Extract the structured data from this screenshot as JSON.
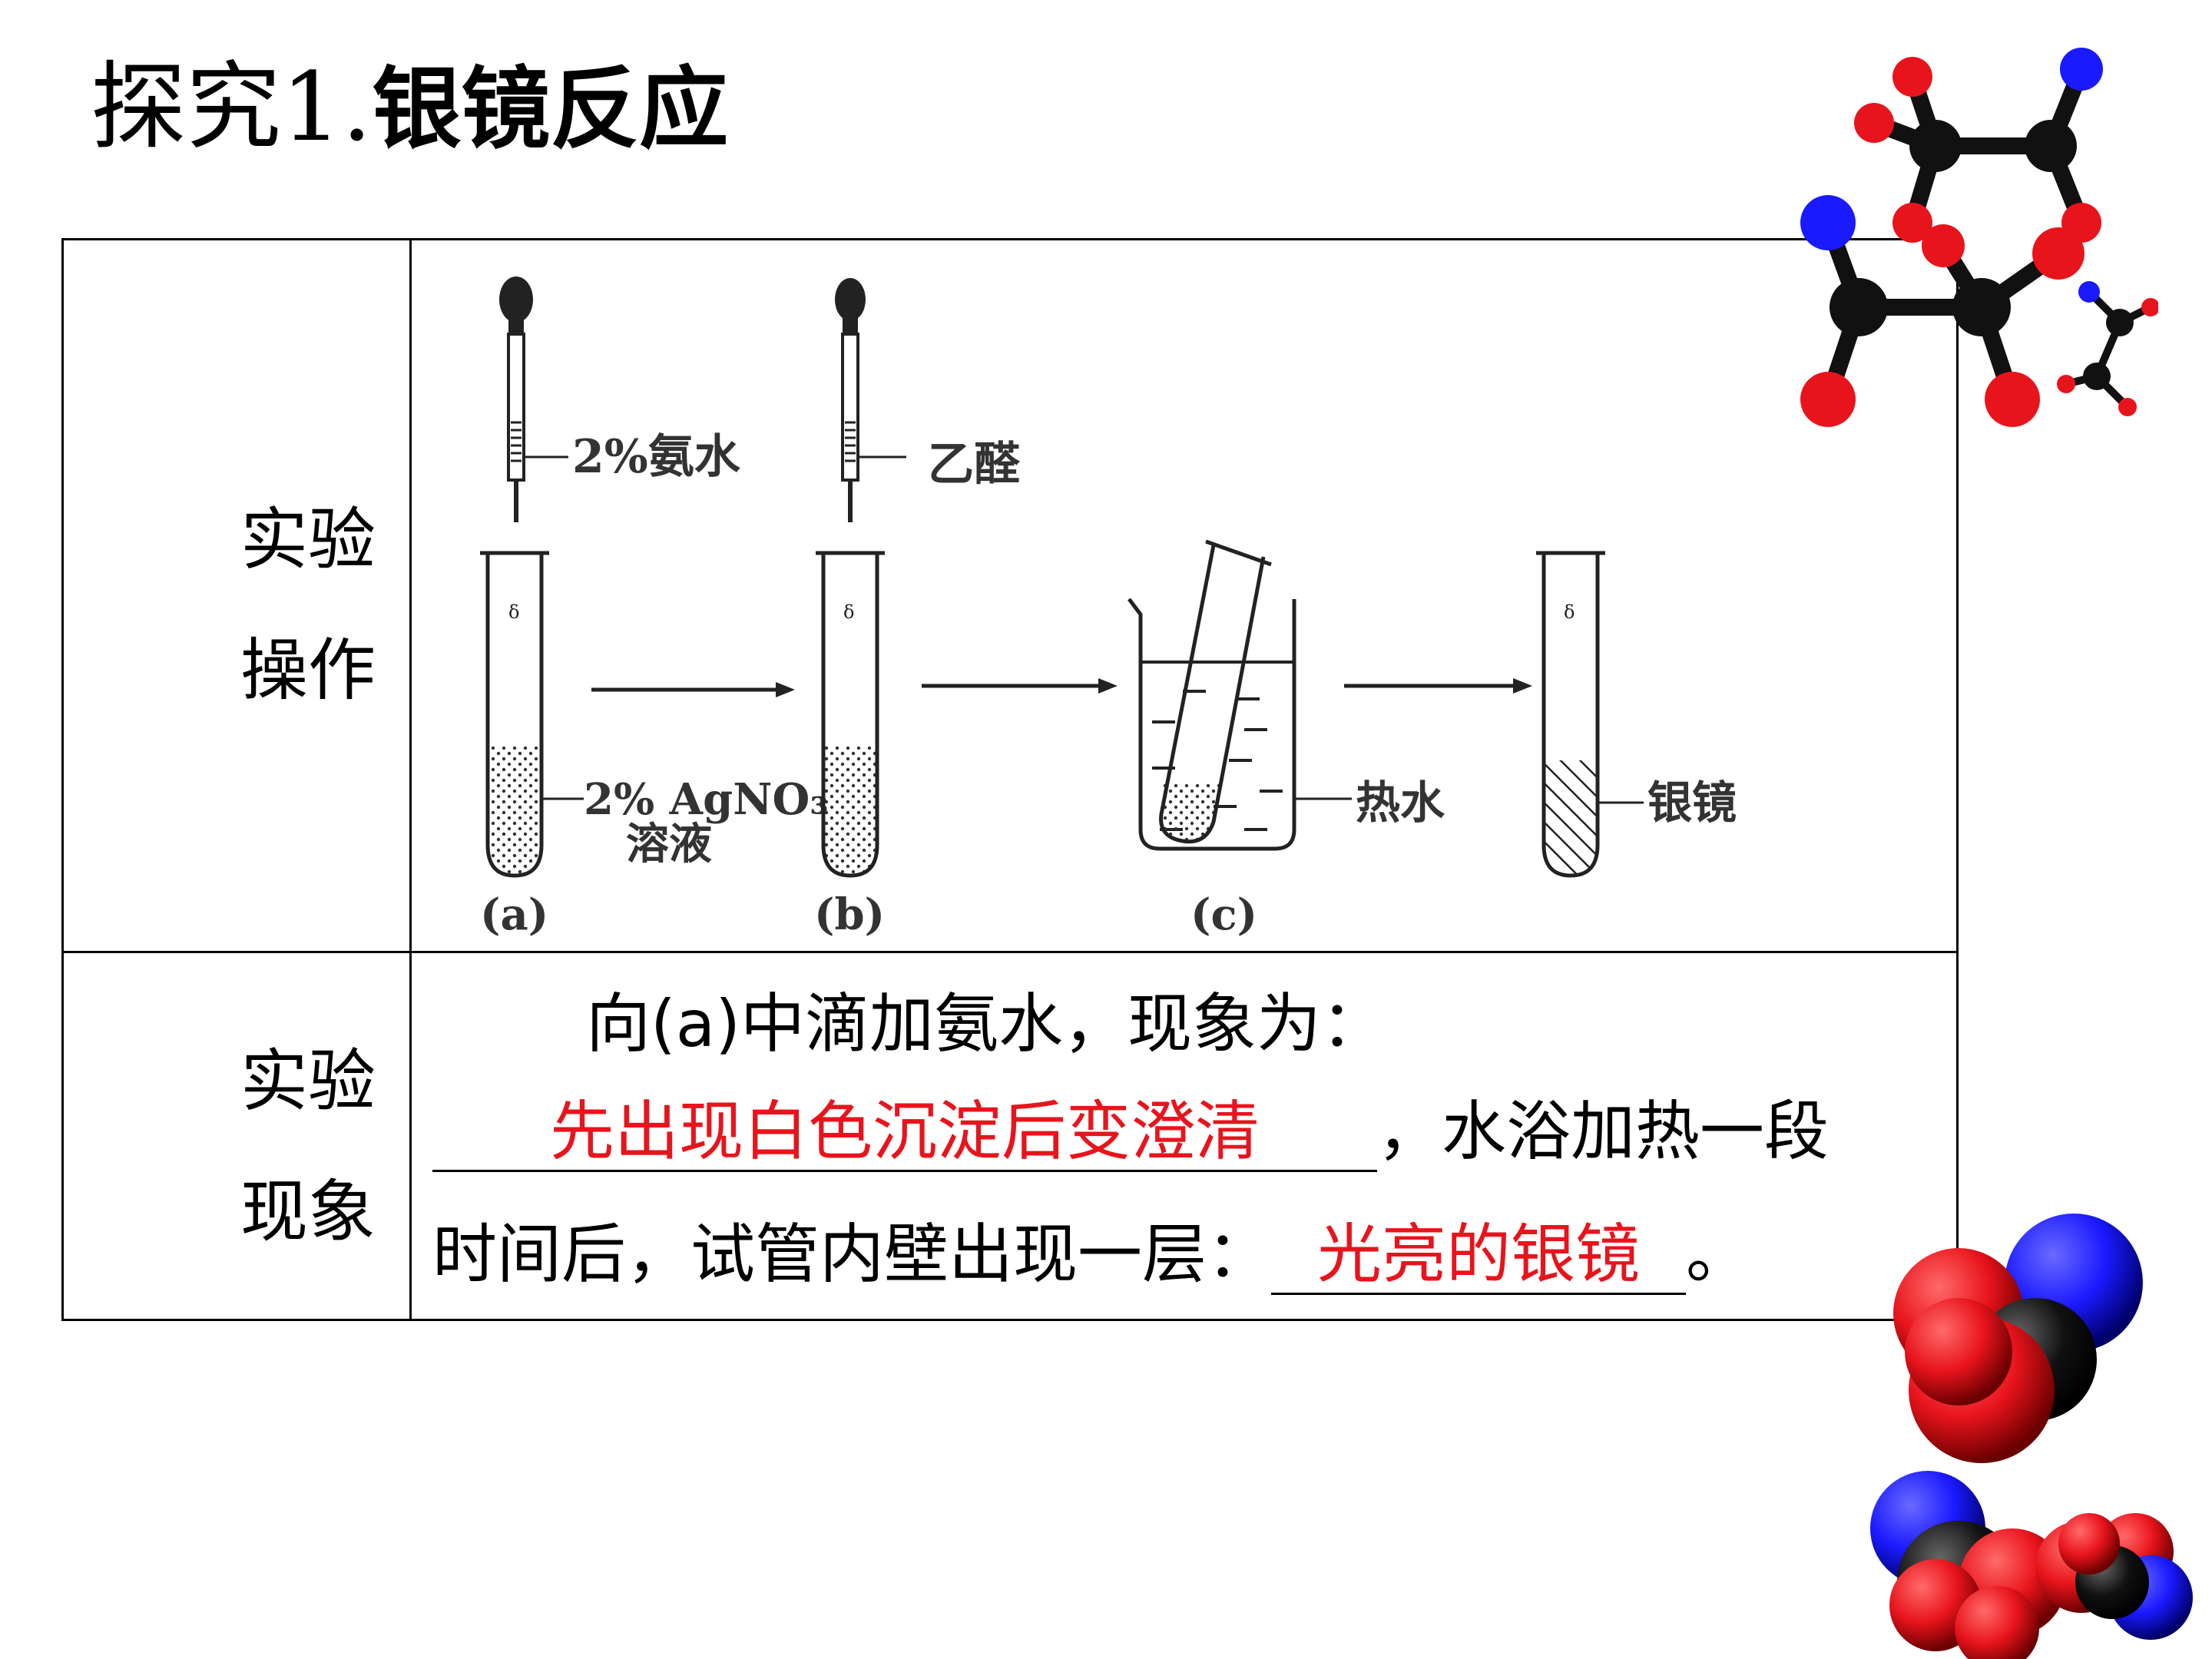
{
  "title": {
    "lead": "探究1.",
    "bold": "银镜反应"
  },
  "table": {
    "row1_label_line1": "实验",
    "row1_label_line2": "操作",
    "row2_label_line1": "实验",
    "row2_label_line2": "现象"
  },
  "diagram": {
    "dropper_a_label": "2%氨水",
    "dropper_b_label": "乙醛",
    "solution_label_line1": "2% AgNO₃",
    "solution_label_line2": "溶液",
    "bath_label": "热水",
    "mirror_label": "银镜",
    "caption_a": "(a)",
    "caption_b": "(b)",
    "caption_c": "(c)"
  },
  "phenomenon": {
    "line1": "向(a)中滴加氨水，现象为：",
    "answer1": "先出现白色沉淀后变澄清",
    "line2_suffix": "，水浴加热一段",
    "line3_prefix": "时间后，试管内壁出现一层：",
    "answer2": "光亮的银镜",
    "line3_suffix": "。"
  },
  "colors": {
    "answer": "#e8141c",
    "atom_red": "#e8141c",
    "atom_blue": "#1a1aff",
    "atom_black": "#000000"
  }
}
